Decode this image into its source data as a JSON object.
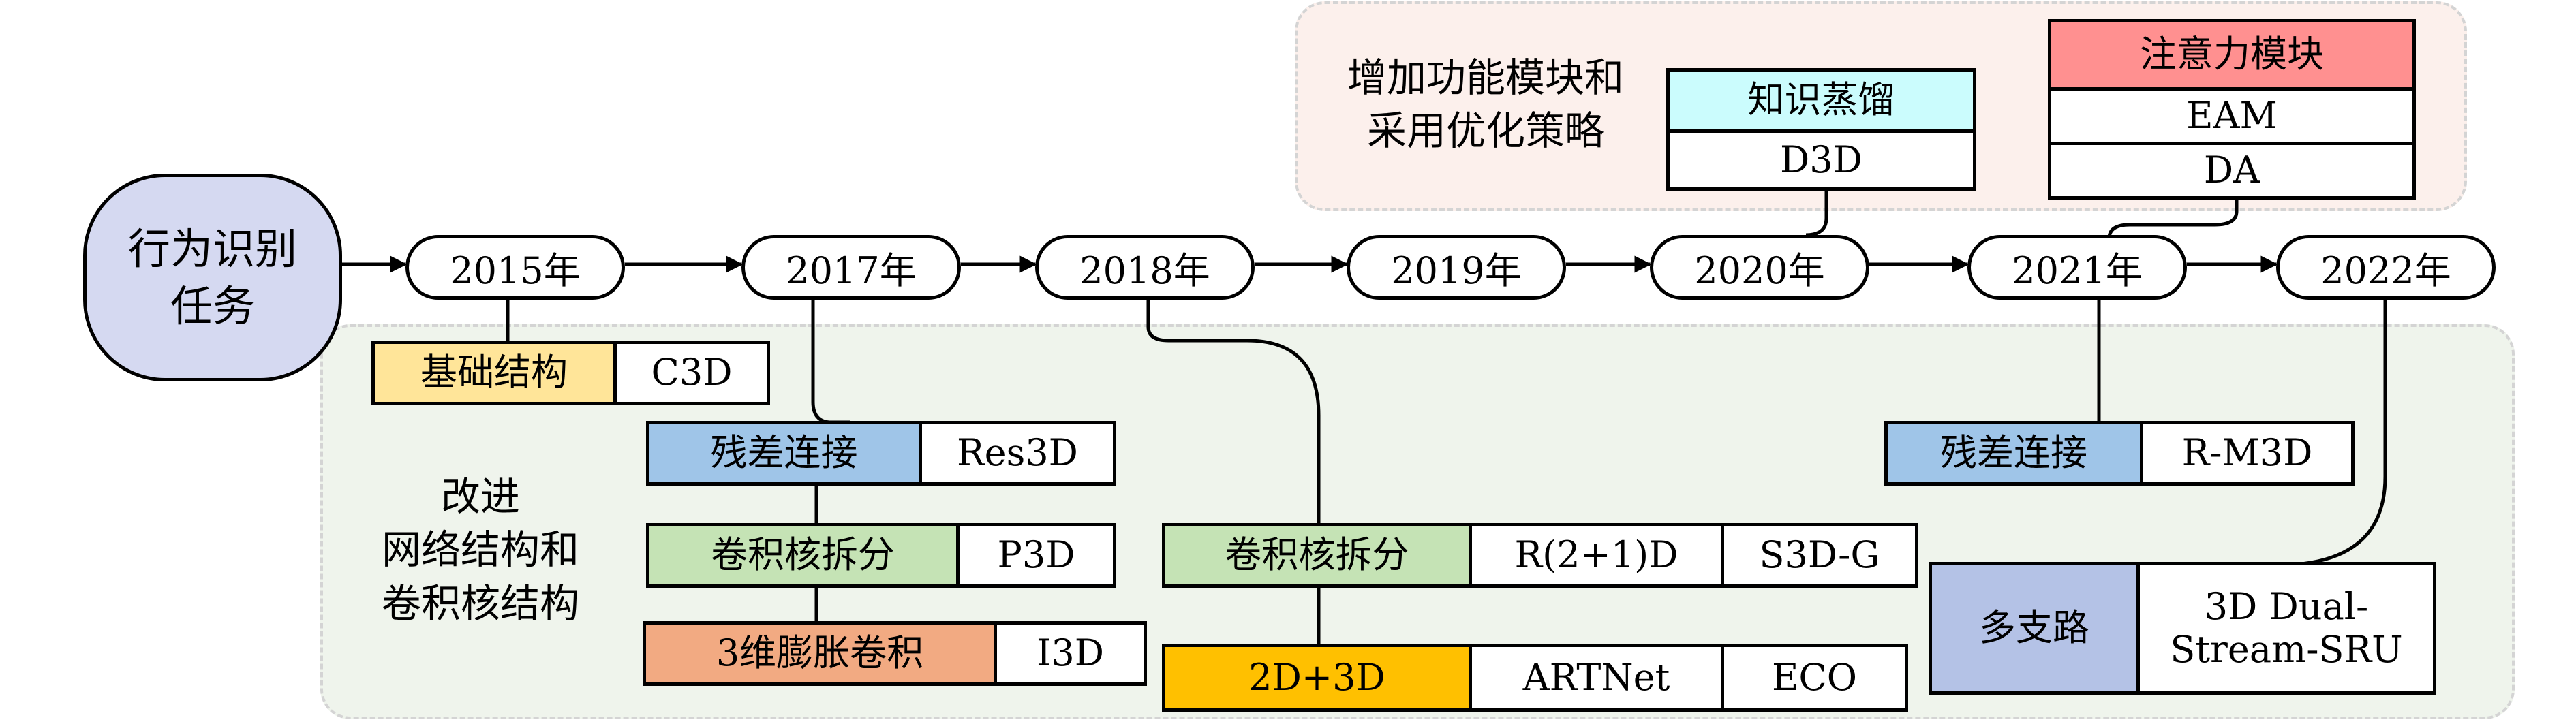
{
  "colors": {
    "root": "#d5d9f1",
    "yellow": "#ffe599",
    "blue": "#9fc5e8",
    "green": "#c5e3b5",
    "orange": "#f2aa82",
    "gold": "#ffc000",
    "cyan": "#cbfcfd",
    "red": "#ff9090",
    "lavender": "#b4c2e6",
    "top_region": "#fcf0ec",
    "bottom_region": "#eff4ec"
  },
  "root": {
    "label": "行为识别\n任务"
  },
  "years": [
    "2015年",
    "2017年",
    "2018年",
    "2019年",
    "2020年",
    "2021年",
    "2022年"
  ],
  "top_region": {
    "label": "增加功能模块和\n采用优化策略",
    "kd": {
      "category": "知识蒸馏",
      "model": "D3D"
    },
    "attention": {
      "category": "注意力模块",
      "models": [
        "EAM",
        "DA"
      ]
    }
  },
  "bottom_region": {
    "label": "改进\n网络结构和\n卷积核结构",
    "y2015": {
      "category": "基础结构",
      "model": "C3D"
    },
    "y2017": [
      {
        "category": "残差连接",
        "model": "Res3D"
      },
      {
        "category": "卷积核拆分",
        "model": "P3D"
      },
      {
        "category": "3维膨胀卷积",
        "model": "I3D"
      }
    ],
    "y2018": [
      {
        "category": "卷积核拆分",
        "models": [
          "R(2+1)D",
          "S3D-G"
        ]
      },
      {
        "category": "2D+3D",
        "models": [
          "ARTNet",
          "ECO"
        ]
      }
    ],
    "y2021": {
      "category": "残差连接",
      "model": "R-M3D"
    },
    "y2022": {
      "category": "多支路",
      "model": "3D Dual-\nStream-SRU"
    }
  }
}
